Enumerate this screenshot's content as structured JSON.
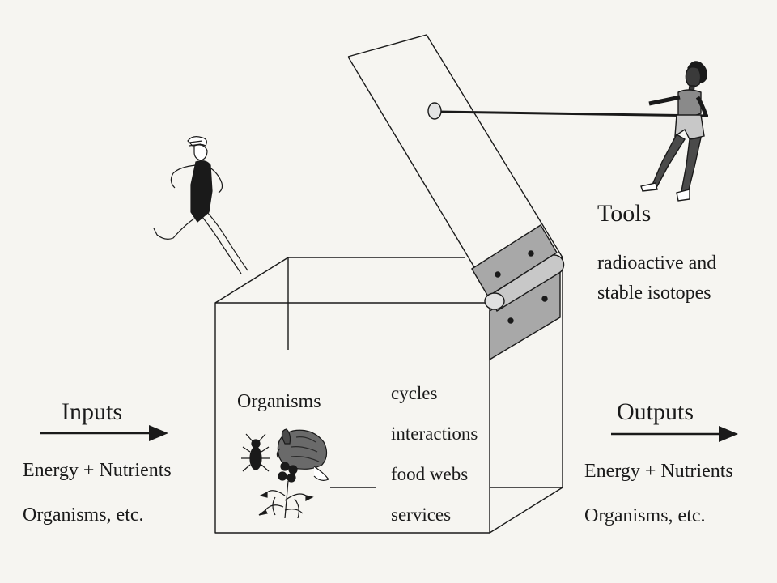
{
  "tools": {
    "title": "Tools",
    "line1": "radioactive and",
    "line2": "stable isotopes"
  },
  "inputs": {
    "title": "Inputs",
    "line1": "Energy + Nutrients",
    "line2": "Organisms, etc."
  },
  "outputs": {
    "title": "Outputs",
    "line1": "Energy + Nutrients",
    "line2": "Organisms, etc."
  },
  "box": {
    "organisms_label": "Organisms",
    "processes": [
      "cycles",
      "interactions",
      "food webs",
      "services"
    ]
  },
  "colors": {
    "background": "#f6f5f1",
    "ink": "#1a1a1a",
    "hinge": "#a8a8a8"
  },
  "icons": [
    "runner-figure",
    "puller-figure",
    "insect-icon",
    "rabbit-icon",
    "flower-icon"
  ]
}
